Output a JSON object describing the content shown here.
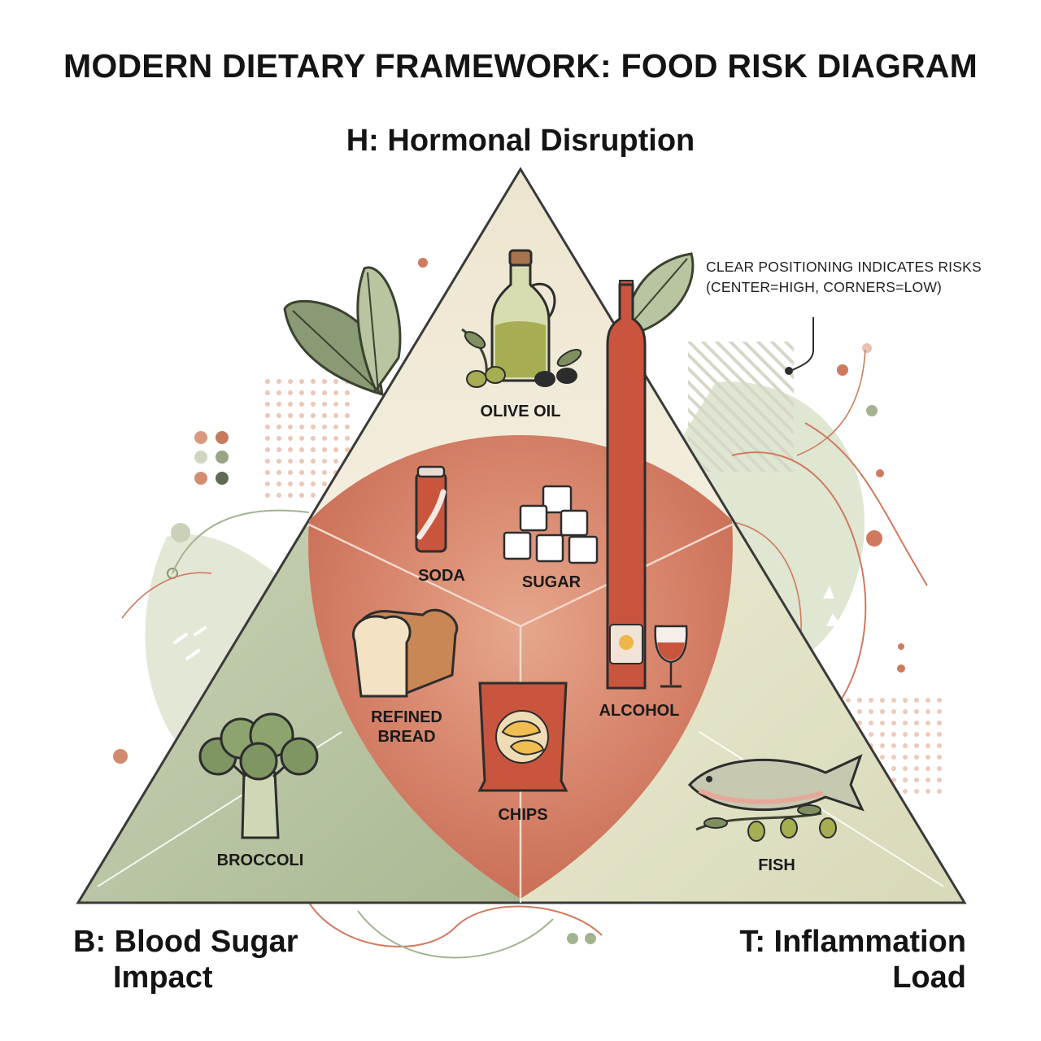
{
  "title": "MODERN DIETARY FRAMEWORK: FOOD RISK DIAGRAM",
  "vertices": {
    "h": "H: Hormonal Disruption",
    "b_line1": "B: Blood Sugar",
    "b_line2": "Impact",
    "t_line1": "T: Inflammation",
    "t_line2": "Load"
  },
  "note": {
    "line1": "CLEAR POSITIONING INDICATES RISKS",
    "line2": "(CENTER=HIGH, CORNERS=LOW)"
  },
  "foods": {
    "olive_oil": "OLIVE OIL",
    "soda": "SODA",
    "sugar": "SUGAR",
    "refined_bread_line1": "REFINED",
    "refined_bread_line2": "BREAD",
    "chips": "CHIPS",
    "alcohol": "ALCOHOL",
    "broccoli": "BROCCOLI",
    "fish": "FISH"
  },
  "colors": {
    "high_risk_zone": "#d07a62",
    "top_zone": "#f1ead9",
    "left_zone": "#b7c4a4",
    "right_zone": "#e3e2c6",
    "accent_terracotta": "#cf7a5e",
    "accent_sage": "#a3b38f"
  }
}
